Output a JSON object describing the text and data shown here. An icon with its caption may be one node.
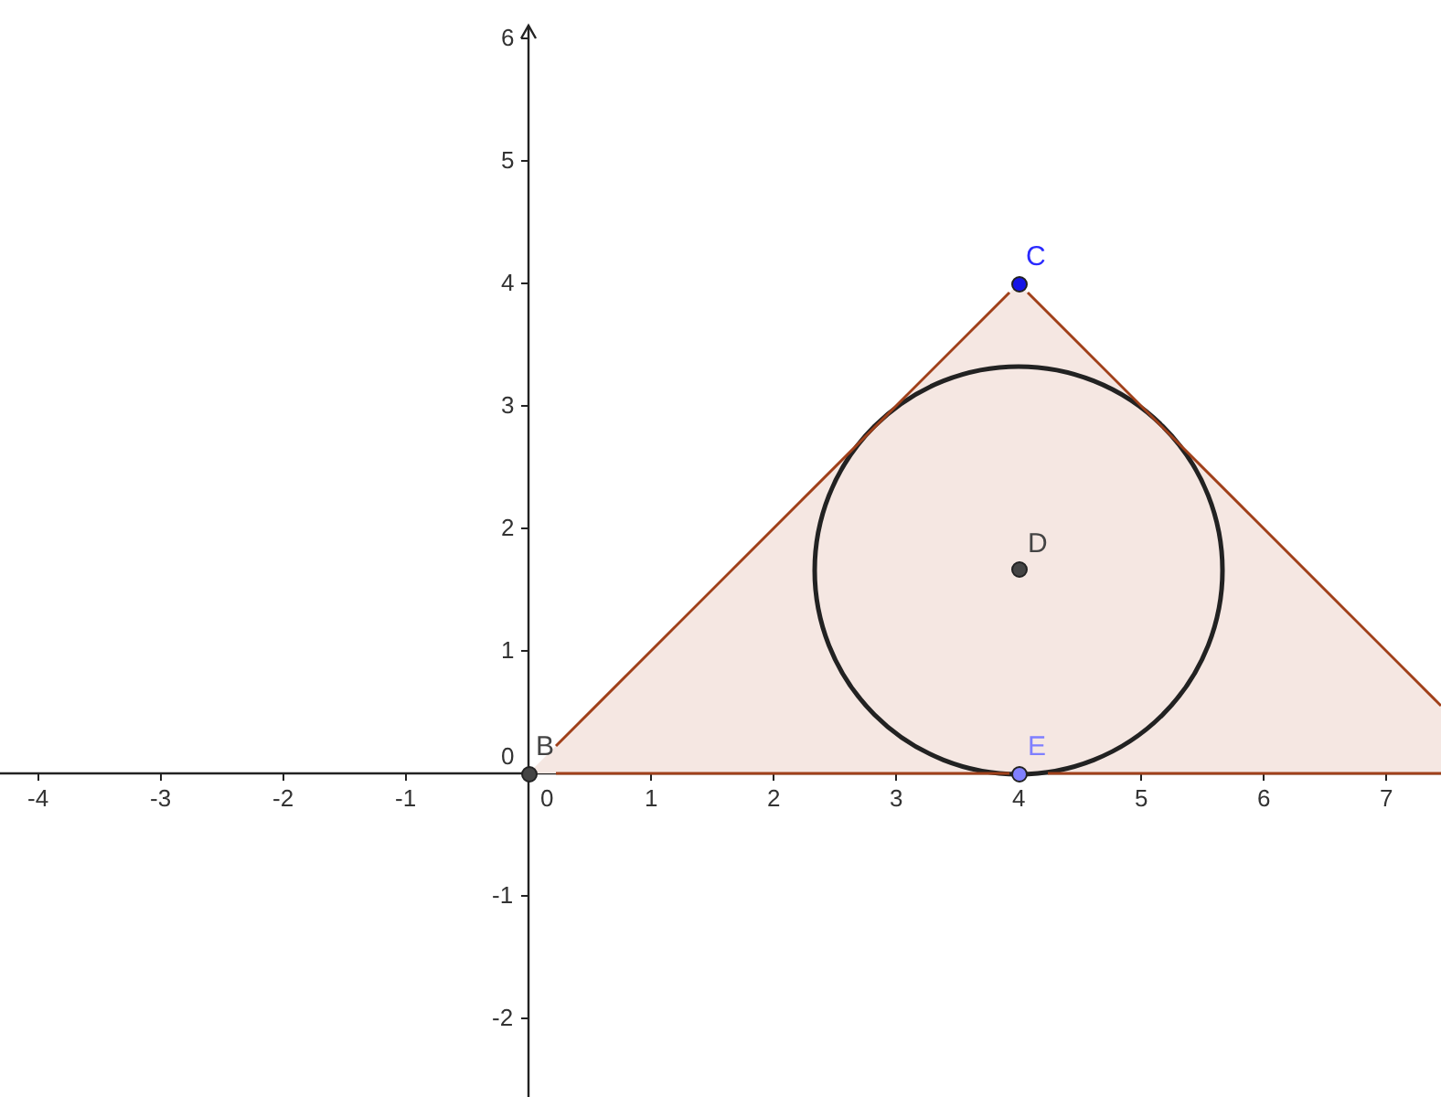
{
  "diagram": {
    "nodes": [
      {
        "text": [
          "B"
        ]
      },
      {
        "text": [
          "C"
        ]
      },
      {
        "text": [
          "D"
        ]
      },
      {
        "text": [
          "E"
        ]
      }
    ],
    "edges": [
      {
        "from": 0,
        "to": 1,
        "arrow": "none"
      },
      {
        "from": 1,
        "to": null,
        "arrow": "none"
      },
      {
        "from": 0,
        "to": 3,
        "arrow": "none"
      },
      {
        "from": 3,
        "to": null,
        "arrow": "none"
      }
    ],
    "labels": [
      "6",
      "5",
      "4",
      "3",
      "2",
      "1",
      "0",
      "-4",
      "-3",
      "-2",
      "-1",
      "0",
      "1",
      "2",
      "3",
      "4",
      "5",
      "6",
      "7",
      "-1",
      "-2"
    ]
  }
}
